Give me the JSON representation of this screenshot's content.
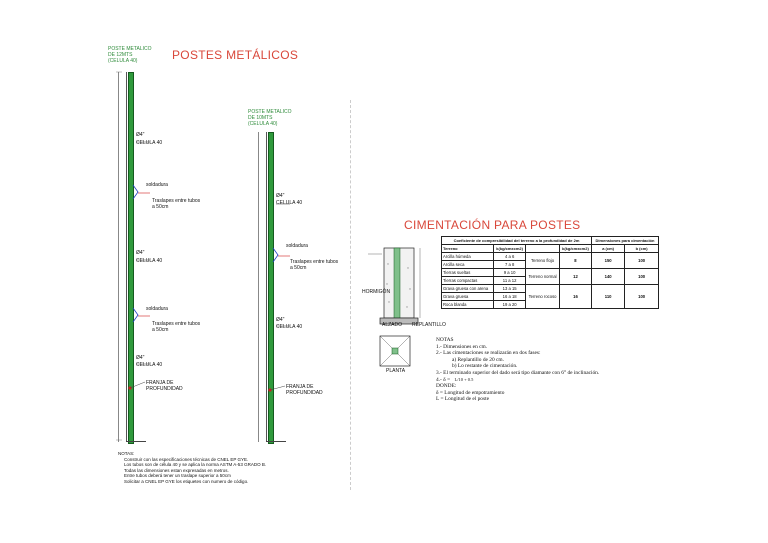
{
  "pole12": {
    "title_lines": [
      "POSTE METALICO",
      "DE 12MTS",
      "(CELULA 40)"
    ]
  },
  "pole10": {
    "title_lines": [
      "POSTE METALICO",
      "DE 10MTS",
      "(CELULA 40)"
    ]
  },
  "main_title": "POSTES METÁLICOS",
  "labels": {
    "diam": "Ø4\"",
    "celula": "CELULA 40",
    "soldadura": "soldadura",
    "traslape_1": "Traslapes entre tubos",
    "traslape_2": "a 50cm",
    "franja_1": "FRANJA DE",
    "franja_2": "PROFUNDIDAD"
  },
  "footnotes": {
    "title": "NOTAS:",
    "items": [
      "Construir con las especificaciones técnicas de CNEL EP GYE.",
      "Los tubos son de célula 40 y se aplica la norma ASTM A-53 GRADO B.",
      "Todas las dimensiones estan expresadas en metros.",
      "Entre tubos deberá tener un traslape superior a 50cm",
      "Solicitar a CNEL EP GYE los etiquetes con numero de código."
    ]
  },
  "cimentacion": {
    "title": "CIMENTACIÓN PARA POSTES",
    "alzado": "ALZADO",
    "planta": "PLANTA",
    "replantillo": "REPLANTILLO",
    "hormigon": "HORMIGÓN",
    "table": {
      "header_main": "Coeficiente de compresibilidad del terreno a la profundidad de 2m",
      "header_dims": "Dimensiones para cimentación",
      "col_terreno": "Terreno",
      "col_k": "k(kg/cmxcm2)",
      "col_tipo": "",
      "col_ratio": "k(kg/cmxcm2)",
      "col_a": "a (cm)",
      "col_b": "b (cm)",
      "rows": [
        [
          "Arcilla húmeda",
          "4 a 6"
        ],
        [
          "Arcilla seca",
          "7 a 8"
        ],
        [
          "Tierras sueltas",
          "9 a 10"
        ],
        [
          "Tierras compactas",
          "11 a 12"
        ],
        [
          "Grava gruesa con arena",
          "13 a 15"
        ],
        [
          "Grava gruesa",
          "16 a 18"
        ],
        [
          "Roca blanda",
          "19 a 20"
        ]
      ],
      "groups": [
        {
          "tipo": "Terreno flojo",
          "ratio": "8",
          "a": "150",
          "b": "100"
        },
        {
          "tipo": "Terreno normal",
          "ratio": "12",
          "a": "140",
          "b": "100"
        },
        {
          "tipo": "Terreno rocoso",
          "ratio": "16",
          "a": "110",
          "b": "100"
        }
      ]
    },
    "notes": {
      "title": "NOTAS",
      "lines": [
        "1.- Dimensiones en cm.",
        "2.- Las cimentaciones se realizarán en dos fases:",
        "a) Replantillo de 20 cm.",
        "b) Lo restante de cimentación.",
        "3.- El terminado superior del dado será tipo diamante con 6° de inclinación.",
        "4.- δ =",
        "DONDE:",
        "δ = Longitud de empotramiento",
        "L = Longitud de el poste"
      ],
      "formula": "L/10 + 0.5"
    }
  }
}
